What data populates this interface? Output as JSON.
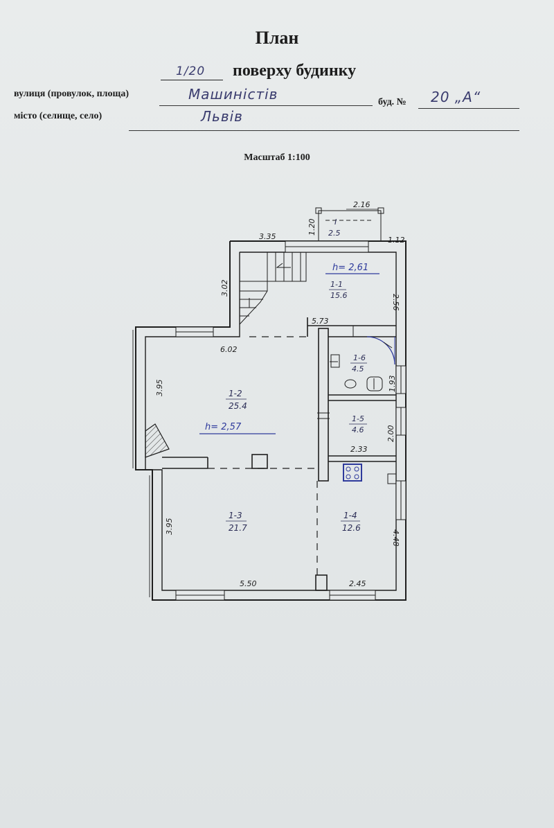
{
  "header": {
    "title": "План",
    "floor_value": "1/20",
    "subtitle": "поверху будинку"
  },
  "address": {
    "street_label": "вулиця (провулок, площа)",
    "street_value": "Машиністів",
    "building_label": "буд. №",
    "building_value": "20 „А“",
    "city_label": "місто (селище, село)",
    "city_value": "Львів"
  },
  "scale": "Масштаб 1:100",
  "plan": {
    "porch": {
      "room": "I",
      "area": "2.5",
      "width": "2.16",
      "depth": "1.20"
    },
    "dims": {
      "top_wall": "3.35",
      "top_right": "1.12",
      "stair_left": "3.02",
      "r11_right": "2.56",
      "mid_top": "5.73",
      "r12_top": "6.02",
      "r12_left": "3.95",
      "r16_right": "1.93",
      "r15_right": "2.00",
      "r15_bottom": "2.33",
      "r13_left": "3.95",
      "r14_right": "4.48",
      "bottom_left": "5.50",
      "bottom_right": "2.45"
    },
    "rooms": [
      {
        "id": "1-1",
        "area": "15.6"
      },
      {
        "id": "1-2",
        "area": "25.4"
      },
      {
        "id": "1-3",
        "area": "21.7"
      },
      {
        "id": "1-4",
        "area": "12.6"
      },
      {
        "id": "1-5",
        "area": "4.6"
      },
      {
        "id": "1-6",
        "area": "4.5"
      }
    ],
    "heights": {
      "upper": "h= 2,61",
      "main": "h= 2,57"
    }
  }
}
